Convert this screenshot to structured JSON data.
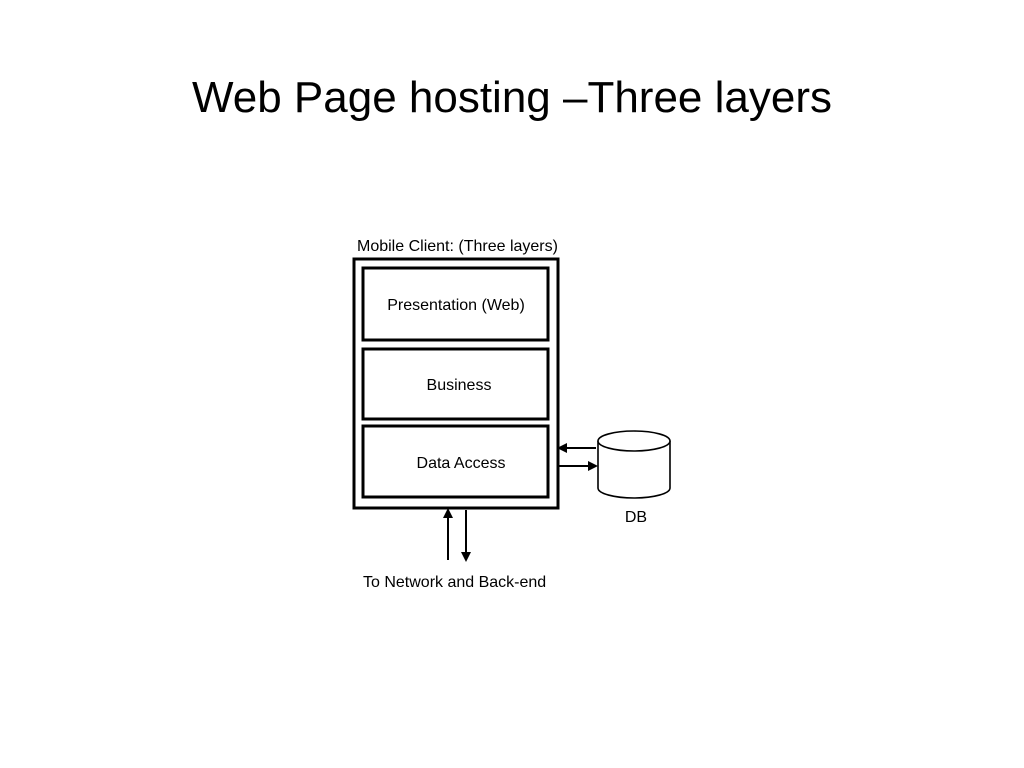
{
  "slide": {
    "title": "Web Page hosting –Three layers"
  },
  "diagram": {
    "container_label": "Mobile Client: (Three layers)",
    "layers": [
      {
        "label": "Presentation (Web)"
      },
      {
        "label": "Business"
      },
      {
        "label": "Data Access"
      }
    ],
    "database_label": "DB",
    "network_label": "To Network and Back-end"
  }
}
